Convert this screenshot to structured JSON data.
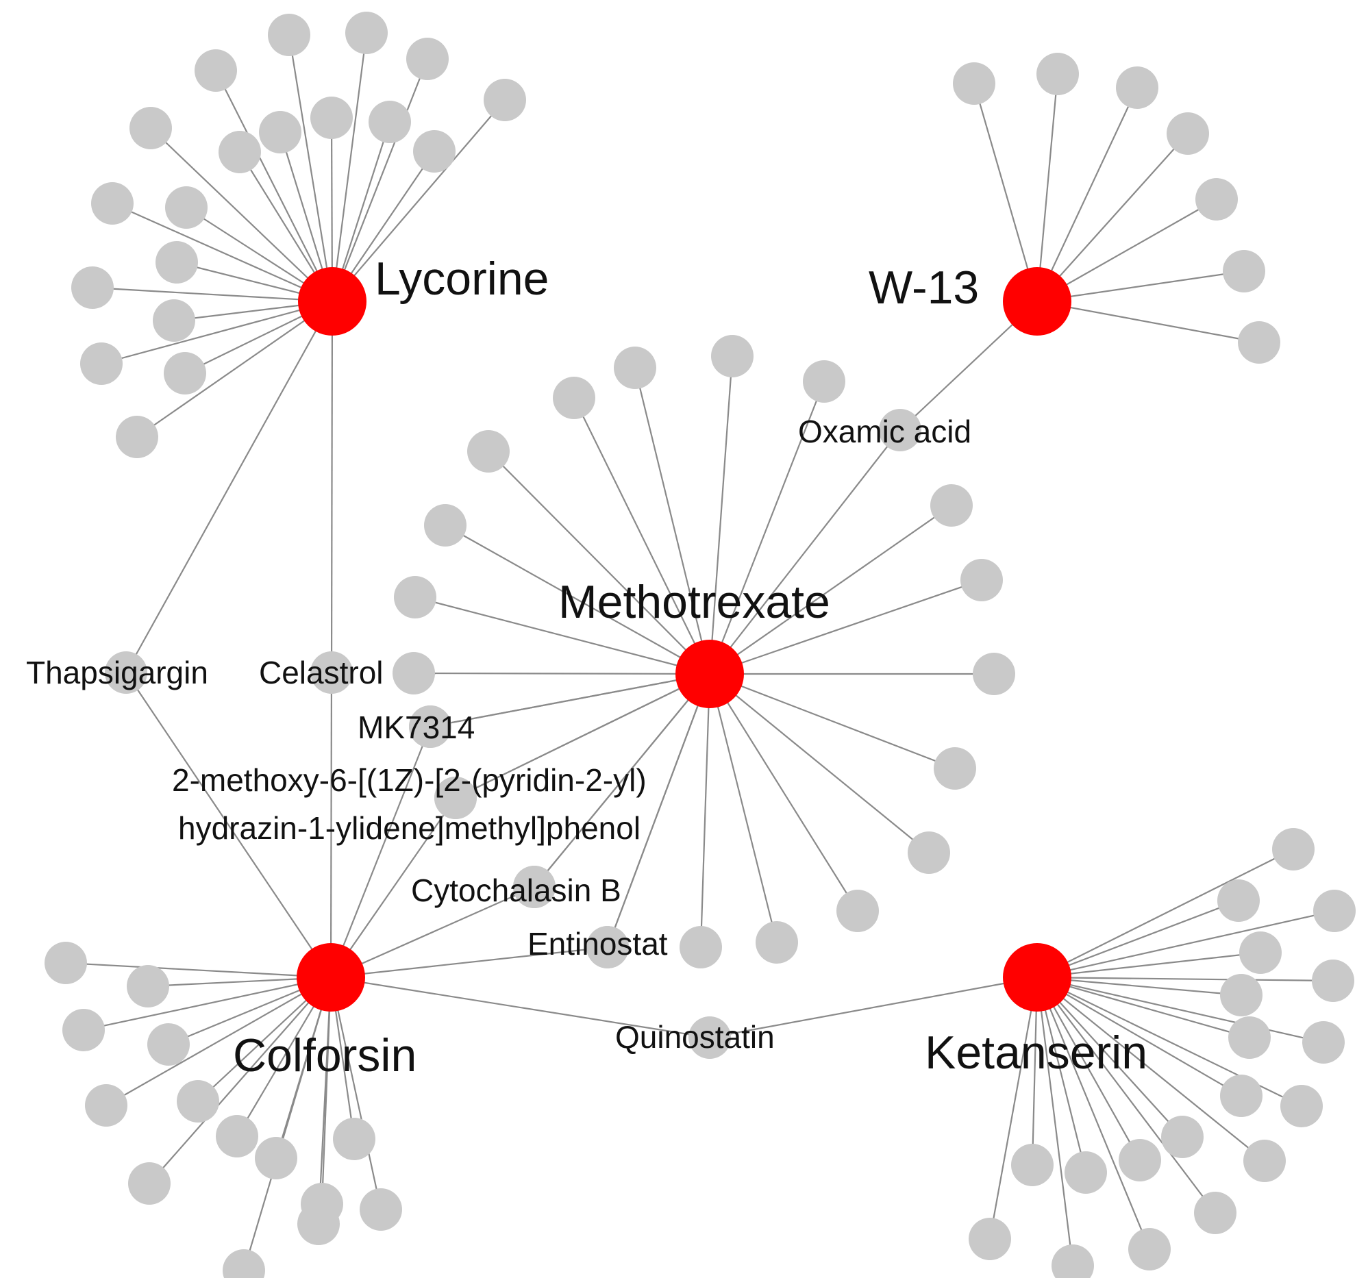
{
  "hubs": {
    "lycorine": "Lycorine",
    "w13": "W-13",
    "methotrexate": "Methotrexate",
    "colforsin": "Colforsin",
    "ketanserin": "Ketanserin"
  },
  "shared_nodes": {
    "oxamic_acid": "Oxamic acid",
    "thapsigargin": "Thapsigargin",
    "celastrol": "Celastrol",
    "mk7314": "MK7314",
    "methoxy_line1": "2-methoxy-6-[(1Z)-[2-(pyridin-2-yl)",
    "methoxy_line2": "hydrazin-1-ylidene]methyl]phenol",
    "cytochalasin_b": "Cytochalasin B",
    "entinostat": "Entinostat",
    "quinostatin": "Quinostatin"
  },
  "colors": {
    "hub": "#ff0000",
    "leaf": "#c9c9c9",
    "edge": "#8a8a8a"
  }
}
